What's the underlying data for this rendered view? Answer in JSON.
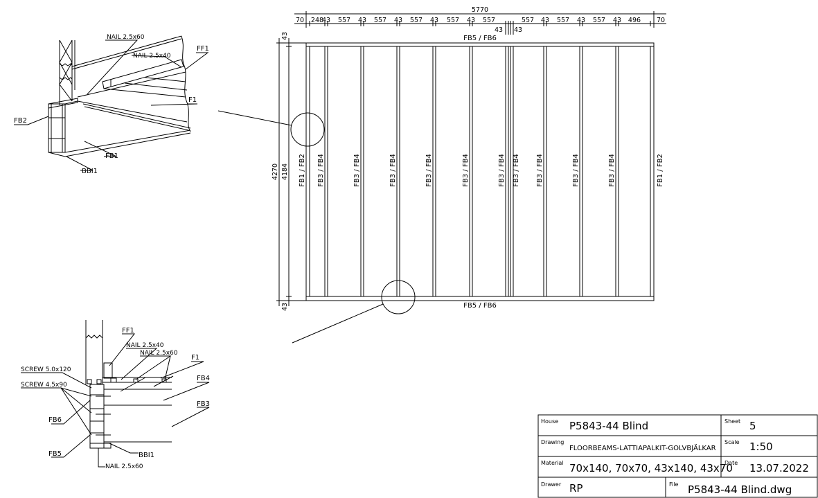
{
  "plan": {
    "overall_width": "5770",
    "top_dims": [
      "70",
      "248",
      "43",
      "557",
      "43",
      "557",
      "43",
      "557",
      "43",
      "557",
      "557",
      "43",
      "557",
      "43",
      "557",
      "43",
      "496",
      "70"
    ],
    "small_dim_left": "43",
    "small_dim_right": "43",
    "height_outer": "4270",
    "height_inner": "4184",
    "edge_top": "43",
    "edge_bottom": "43",
    "top_beam": "FB5 / FB6",
    "bottom_beam": "FB5 / FB6",
    "side_beam_left": "FB1 / FB2",
    "side_beam_right": "FB1 / FB2",
    "joist_label": "FB3 / FB4"
  },
  "detail_iso": {
    "nail_top": "NAIL 2.5x60",
    "nail_mid": "NAIL 2.5x40",
    "ff1": "FF1",
    "f1": "F1",
    "fb2": "FB2",
    "fb1": "FB1",
    "bbi1": "BBI1"
  },
  "detail_section": {
    "ff1": "FF1",
    "nail_a": "NAIL 2.5x40",
    "nail_b": "NAIL 2.5x60",
    "f1": "F1",
    "screw_a": "SCREW 5.0x120",
    "screw_b": "SCREW 4.5x90",
    "fb4": "FB4",
    "fb3": "FB3",
    "fb6": "FB6",
    "fb5": "FB5",
    "bbi1": "BBI1",
    "nail_c": "NAIL 2.5x60"
  },
  "title_block": {
    "house_label": "House",
    "house": "P5843-44 Blind",
    "sheet_label": "Sheet",
    "sheet": "5",
    "drawing_label": "Drawing",
    "drawing": "FLOORBEAMS-LATTIAPALKIT-GOLVBJÄLKAR",
    "scale_label": "Scale",
    "scale": "1:50",
    "material_label": "Material",
    "material": "70x140, 70x70, 43x140, 43x70",
    "date_label": "Date",
    "date": "13.07.2022",
    "drawer_label": "Drawer",
    "drawer": "RP",
    "file_label": "File",
    "file": "P5843-44 Blind.dwg"
  }
}
